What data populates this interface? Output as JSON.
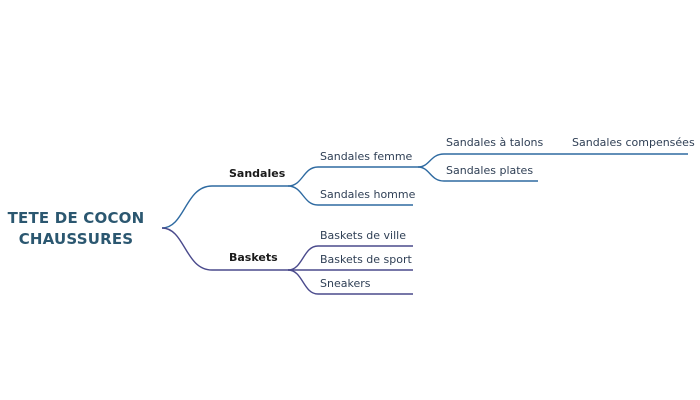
{
  "mindmap": {
    "root": {
      "line1": "TETE DE COCON",
      "line2": "CHAUSSURES"
    },
    "branches": [
      {
        "label": "Sandales",
        "color": "#2e6aa1",
        "children": [
          {
            "label": "Sandales femme",
            "children": [
              {
                "label": "Sandales à talons",
                "children": [
                  {
                    "label": "Sandales compensées"
                  }
                ]
              },
              {
                "label": "Sandales plates"
              }
            ]
          },
          {
            "label": "Sandales homme"
          }
        ]
      },
      {
        "label": "Baskets",
        "color": "#4a4a8c",
        "children": [
          {
            "label": "Baskets de ville"
          },
          {
            "label": "Baskets de sport"
          },
          {
            "label": "Sneakers"
          }
        ]
      }
    ]
  }
}
